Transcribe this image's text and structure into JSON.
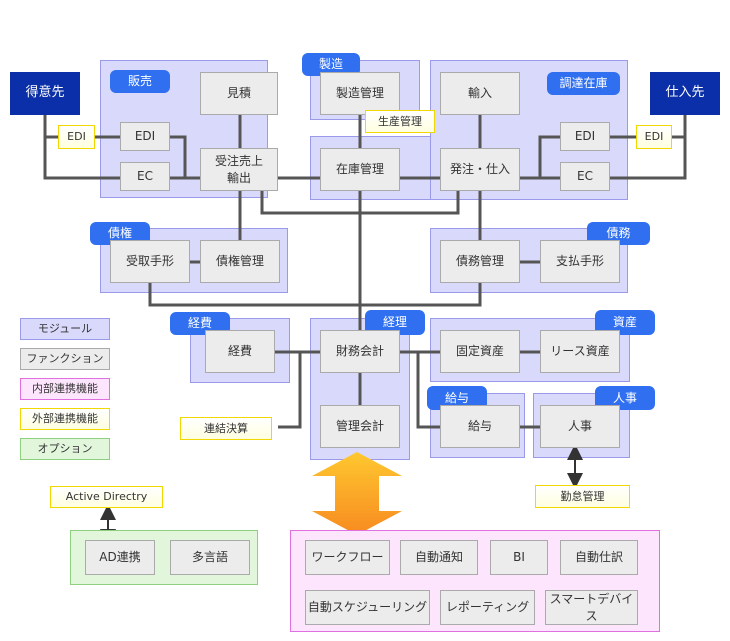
{
  "external": {
    "customer": "得意先",
    "supplier": "仕入先"
  },
  "modules": {
    "sales": "販売",
    "manufacturing": "製造",
    "procurement": "調達在庫",
    "receivables": "債権",
    "payables": "債務",
    "expenses": "経費",
    "accounting": "経理",
    "assets": "資産",
    "payroll": "給与",
    "hr": "人事"
  },
  "functions": {
    "estimate": "見積",
    "edi_l": "EDI",
    "ec_l": "EC",
    "order": "受注売上\n輸出",
    "mfg_mgmt": "製造管理",
    "inventory": "在庫管理",
    "import": "輸入",
    "purchase": "発注・仕入",
    "edi_r": "EDI",
    "ec_r": "EC",
    "notes_recv": "受取手形",
    "recv_mgmt": "債権管理",
    "pay_mgmt": "債務管理",
    "notes_pay": "支払手形",
    "expense": "経費",
    "fin_acct": "財務会計",
    "mgmt_acct": "管理会計",
    "fixed_assets": "固定資産",
    "lease_assets": "リース資産",
    "payroll": "給与",
    "hr": "人事"
  },
  "external_links": {
    "edi_l": "EDI",
    "production": "生産管理",
    "edi_r": "EDI",
    "consolidation": "連結決算",
    "attendance": "勤怠管理",
    "active_directory": "Active Directry"
  },
  "legend": [
    "モジュール",
    "ファンクション",
    "内部連携機能",
    "外部連携機能",
    "オプション"
  ],
  "options": [
    "AD連携",
    "多言語"
  ],
  "internal": [
    "ワークフロー",
    "自動通知",
    "BI",
    "自動仕訳",
    "自動スケジューリング",
    "レポーティング",
    "スマートデバイス"
  ],
  "colors": {
    "module": "#d9d9fb",
    "function": "#ececec",
    "label": "#2f6ff0",
    "external": "#0a2fa8",
    "internal": "#fde6fd",
    "external_link": "#ffffe0",
    "option": "#e2f6dc",
    "arrow": "#f7a020"
  }
}
